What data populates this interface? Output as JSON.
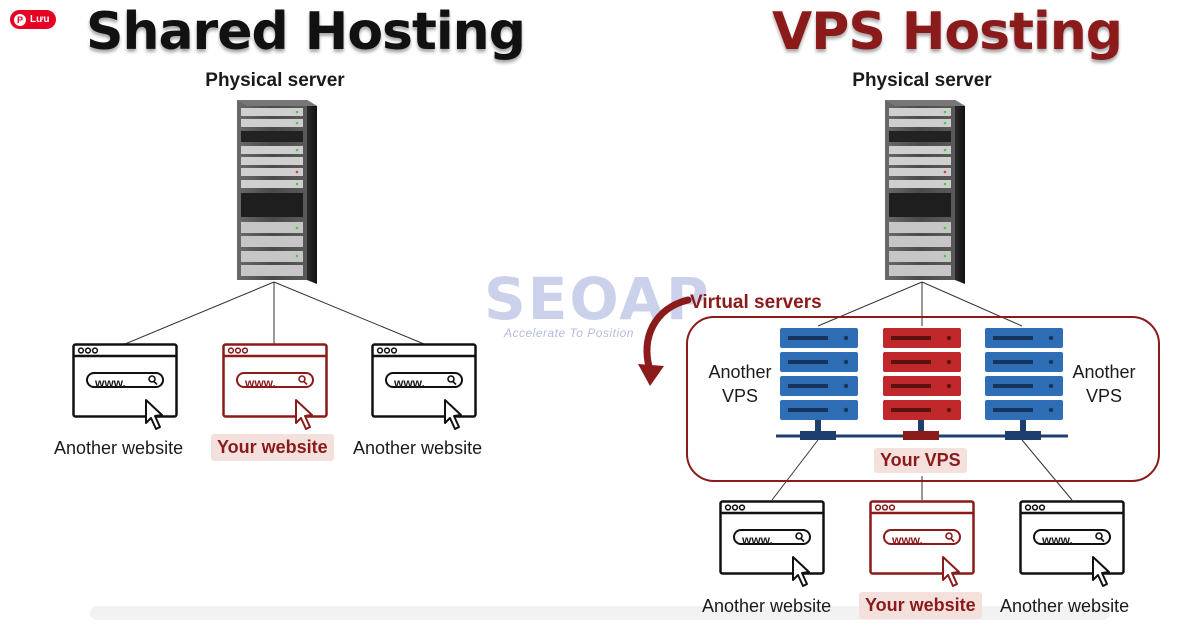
{
  "badge": {
    "icon": "pinterest-icon",
    "label": "Lưu"
  },
  "watermark": {
    "brand": "SEOAP",
    "tagline": "Accelerate To Position"
  },
  "shared": {
    "title": "Shared Hosting",
    "server_label": "Physical server",
    "websites": [
      {
        "label": "Another website",
        "url": "www.",
        "highlight": false
      },
      {
        "label": "Your website",
        "url": "www.",
        "highlight": true
      },
      {
        "label": "Another website",
        "url": "www.",
        "highlight": false
      }
    ]
  },
  "vps": {
    "title": "VPS Hosting",
    "server_label": "Physical server",
    "virtual_servers_label": "Virtual servers",
    "left_vps_label": "Another VPS",
    "right_vps_label": "Another VPS",
    "your_vps_label": "Your VPS",
    "websites": [
      {
        "label": "Another website",
        "url": "www.",
        "highlight": false
      },
      {
        "label": "Your website",
        "url": "www.",
        "highlight": true
      },
      {
        "label": "Another website",
        "url": "www.",
        "highlight": false
      }
    ]
  },
  "colors": {
    "accent_red": "#8b1a1a",
    "highlight_bg": "#f4e1de",
    "vps_blue": "#2f6db5",
    "vps_red": "#c0282b",
    "server_dark": "#3a3a3a"
  }
}
